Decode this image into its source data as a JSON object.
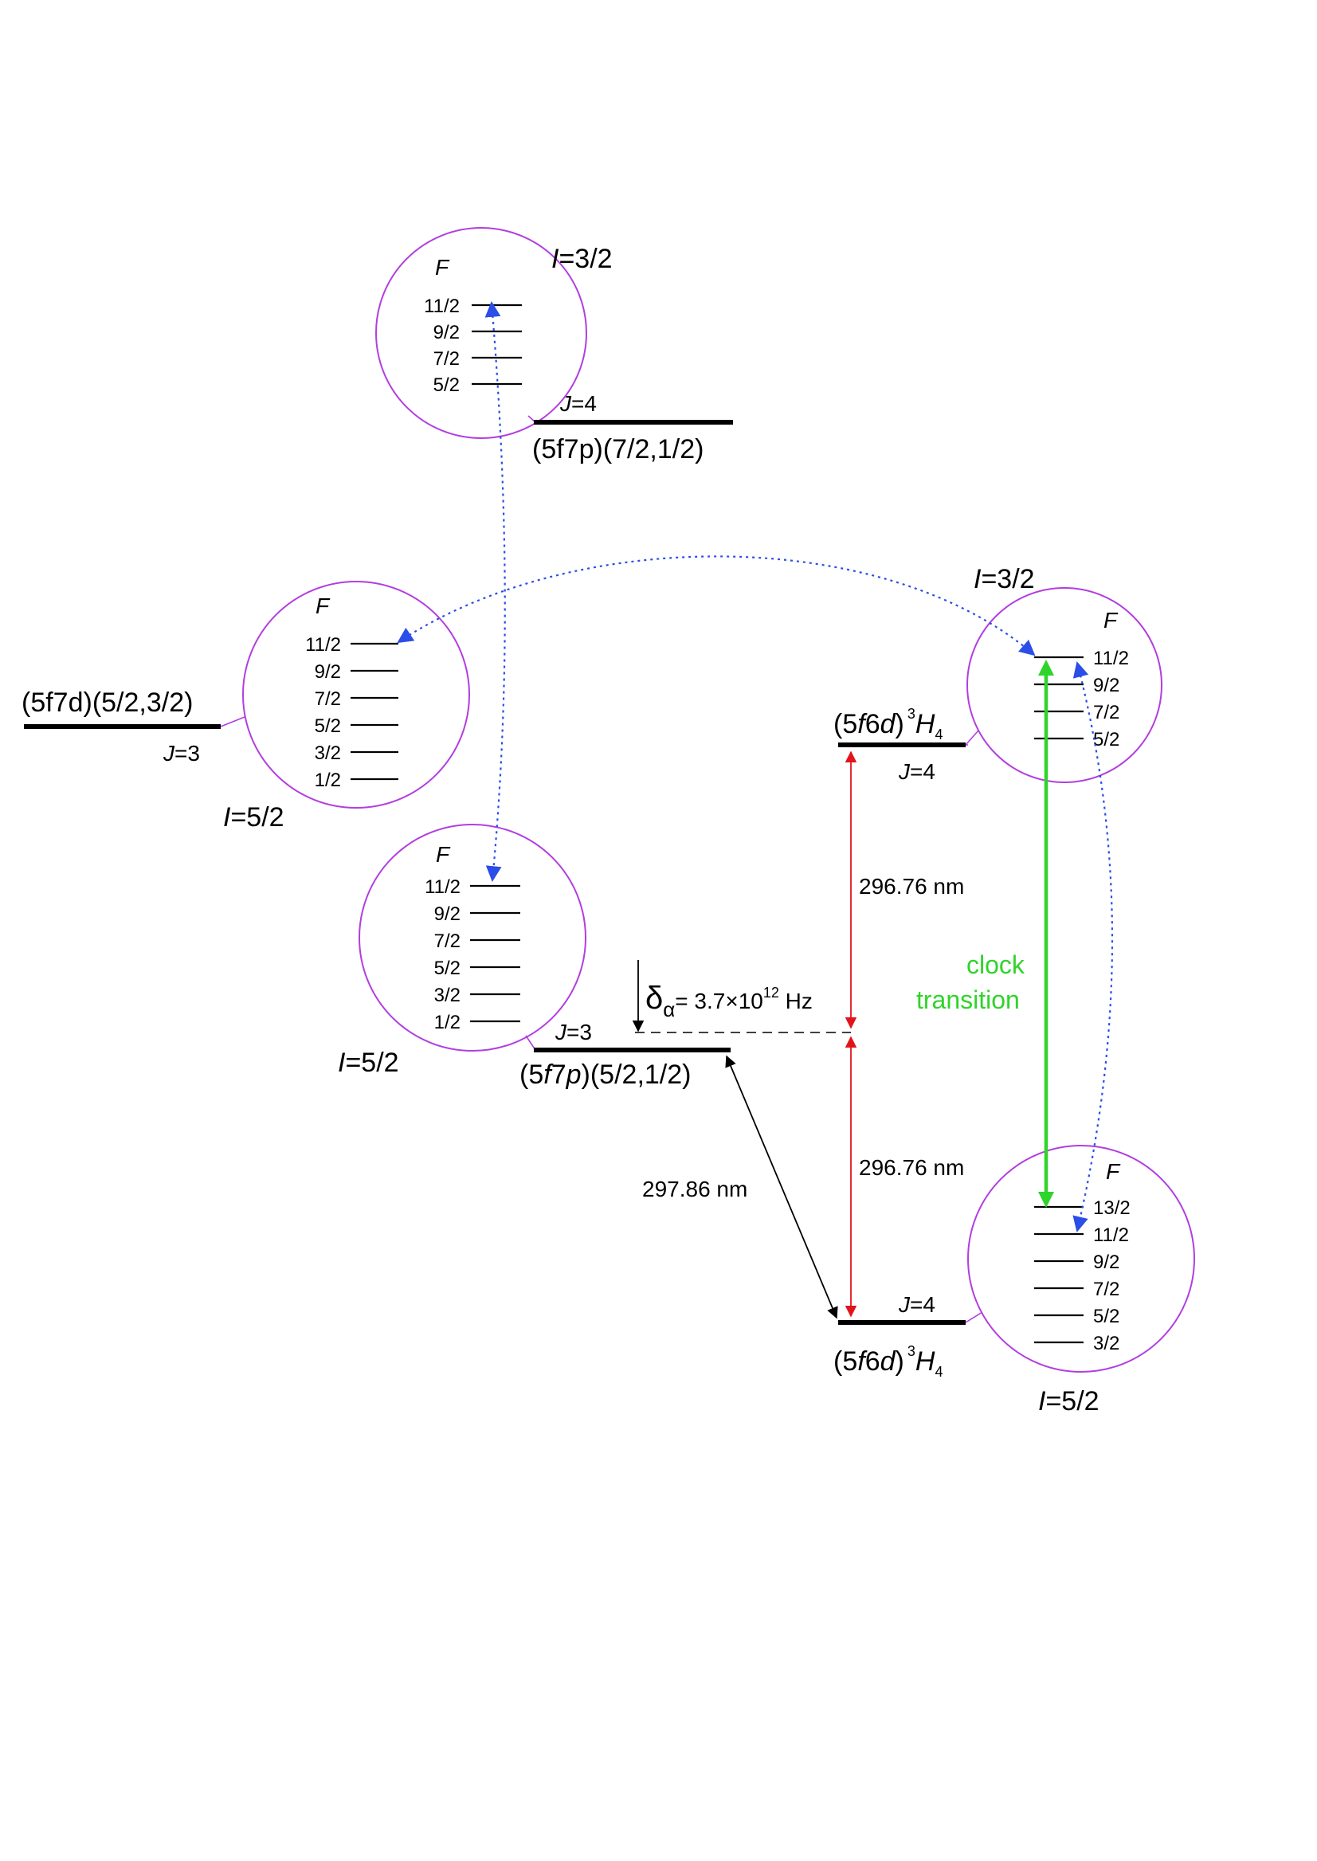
{
  "colors": {
    "hyperfine_circle": "#b23ee0",
    "hyperfine_arrow": "#2b4de8",
    "laser_296": "#e1141b",
    "laser_297": "#000000",
    "clock": "#2fd42a"
  },
  "labels": {
    "F": "F",
    "I32": "I=3/2",
    "I52": "I=5/2",
    "J3": "J=3",
    "J4": "J=4",
    "conf_5f7p_72_12": "(5f7p)(7/2,1/2)",
    "conf_5f7d": "(5f7d)(5/2,3/2)",
    "conf_5f7p_52_12": "(5f7p)(5/2,1/2)",
    "conf_5f6d": "(5f6d)",
    "term_sup": "3",
    "term_H": "H",
    "term_sub": "4",
    "wl_296_upper": "296.76 nm",
    "wl_296_lower": "296.76 nm",
    "wl_297": "297.86 nm",
    "delta_symbol": "δ",
    "delta_sub": "α",
    "delta_value": "= 3.7×10",
    "delta_exp": "12",
    "delta_unit": " Hz",
    "clock_line1": "clock",
    "clock_line2": "transition"
  },
  "sublevels": {
    "circle_top": [
      "11/2",
      "9/2",
      "7/2",
      "5/2"
    ],
    "circle_left": [
      "11/2",
      "9/2",
      "7/2",
      "5/2",
      "3/2",
      "1/2"
    ],
    "circle_mid": [
      "11/2",
      "9/2",
      "7/2",
      "5/2",
      "3/2",
      "1/2"
    ],
    "circle_right_upper": [
      "11/2",
      "9/2",
      "7/2",
      "5/2"
    ],
    "circle_right_lower": [
      "13/2",
      "11/2",
      "9/2",
      "7/2",
      "5/2",
      "3/2"
    ]
  }
}
